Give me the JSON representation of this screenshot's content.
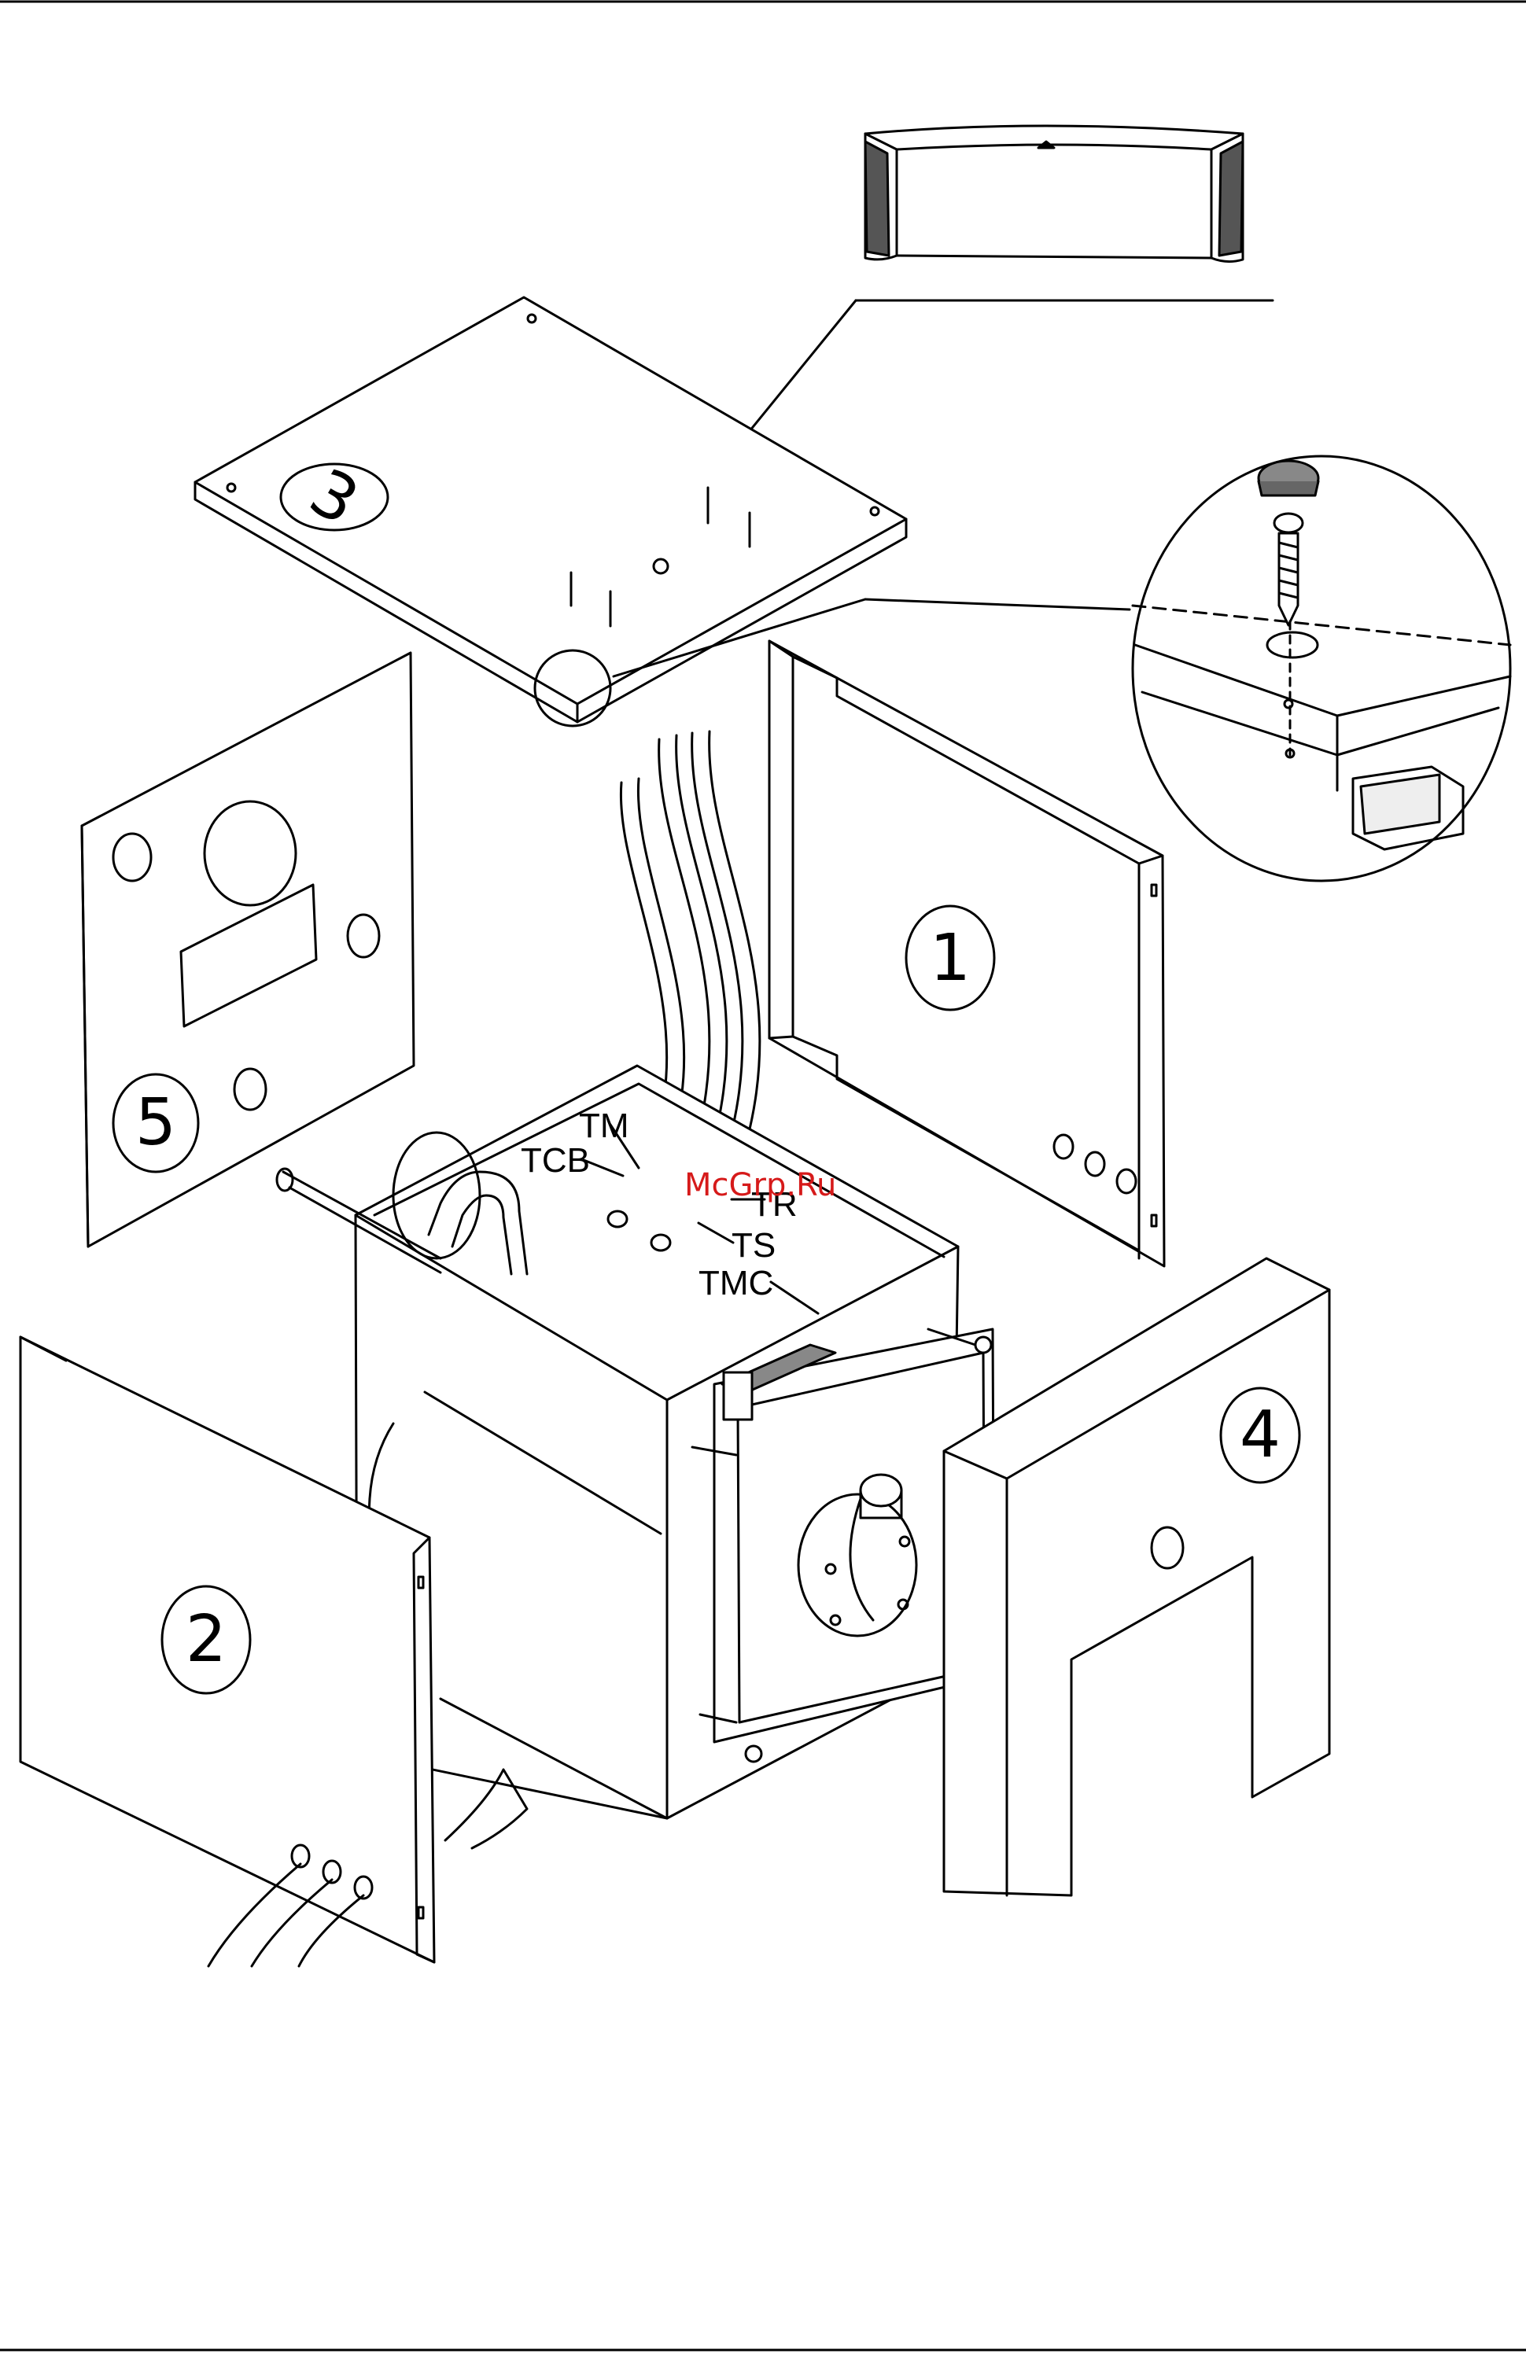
{
  "colors": {
    "ink": "#000000",
    "paper": "#ffffff",
    "watermark": "#d61a1a"
  },
  "watermark": "McGrp.Ru",
  "panels": {
    "side_right": "1",
    "front": "2",
    "top": "3",
    "back": "4",
    "side_left": "5"
  },
  "wire_labels": {
    "tm": "TM",
    "tcb": "TCB",
    "tr": "TR",
    "ts": "TS",
    "tmc": "TMC"
  }
}
